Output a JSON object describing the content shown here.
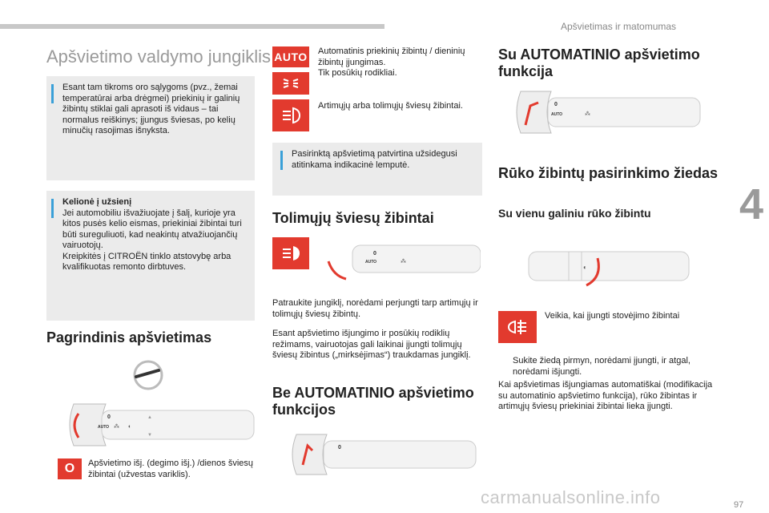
{
  "header": {
    "chapter_title": "Apšvietimas ir matomumas",
    "chapter_number": "4",
    "page_number": "97"
  },
  "col1": {
    "title": "Apšvietimo valdymo jungiklis",
    "info1": "Esant tam tikroms oro sąlygoms (pvz., žemai temperatūrai arba drėgmei) priekinių ir galinių žibintų stiklai gali aprasoti iš vidaus – tai normalus reiškinys; įjungus šviesas, po kelių minučių rasojimas išnyksta.",
    "info2_title": "Kelionė į užsienį",
    "info2": "Jei automobiliu išvažiuojate į šalį, kurioje yra kitos pusės kelio eismas, priekiniai žibintai turi būti sureguliuoti, kad neakintų atvažiuojančių vairuotojų.",
    "info2b": "Kreipkitės į CITROËN tinklo atstovybę arba kvalifikuotas remonto dirbtuves.",
    "main_title": "Pagrindinis apšvietimas",
    "off_icon": "O",
    "off_text": "Apšvietimo išj. (degimo išj.) /dienos šviesų žibintai (užvestas variklis)."
  },
  "col2": {
    "auto_icon": "AUTO",
    "auto_text": "Automatinis priekinių žibintų / dieninių žibintų įjungimas.",
    "sidelights_text": "Tik posūkių rodikliai.",
    "beam_text": "Artimųjų arba tolimųjų šviesų žibintai.",
    "info": "Pasirinktą apšvietimą patvirtina užsidegusi atitinkama indikacinė lemputė.",
    "main_beam_title": "Tolimųjų šviesų žibintai",
    "main_beam_p1": "Patraukite jungiklį, norėdami perjungti tarp artimųjų ir tolimųjų šviesų žibintų.",
    "main_beam_p2": "Esant apšvietimo išjungimo ir posūkių rodiklių režimams, vairuotojas gali laikinai įjungti tolimųjų šviesų žibintus („mirksėjimas“) traukdamas jungiklį.",
    "auto_title": "Be AUTOMATINIO apšvietimo funkcijos"
  },
  "col3": {
    "auto_title": "Su AUTOMATINIO apšvietimo funkcija",
    "fog_title": "Rūko žibintų pasirinkimo žiedas",
    "single_fog_title": "Su vienu galiniu rūko žibintu",
    "fog_text": "Veikia, kai įjungti stovėjimo žibintai",
    "bullet_sym": "",
    "bullet_text": "Sukite žiedą pirmyn, norėdami įjungti, ir atgal, norėdami išjungti.",
    "p2": "Kai apšvietimas išjungiamas automatiškai (modifikacija su automatinio apšvietimo funkcija), rūko žibintas ir artimųjų šviesų priekiniai žibintai lieka įjungti."
  },
  "stalk_labels": {
    "zero": "0",
    "auto": "AUTO"
  },
  "watermark": "carmanualsonline.info",
  "colors": {
    "accent_red": "#e23a2e",
    "info_blue": "#3aa0d8",
    "box_grey": "#ebebeb",
    "heading_grey": "#9a9a9a"
  }
}
